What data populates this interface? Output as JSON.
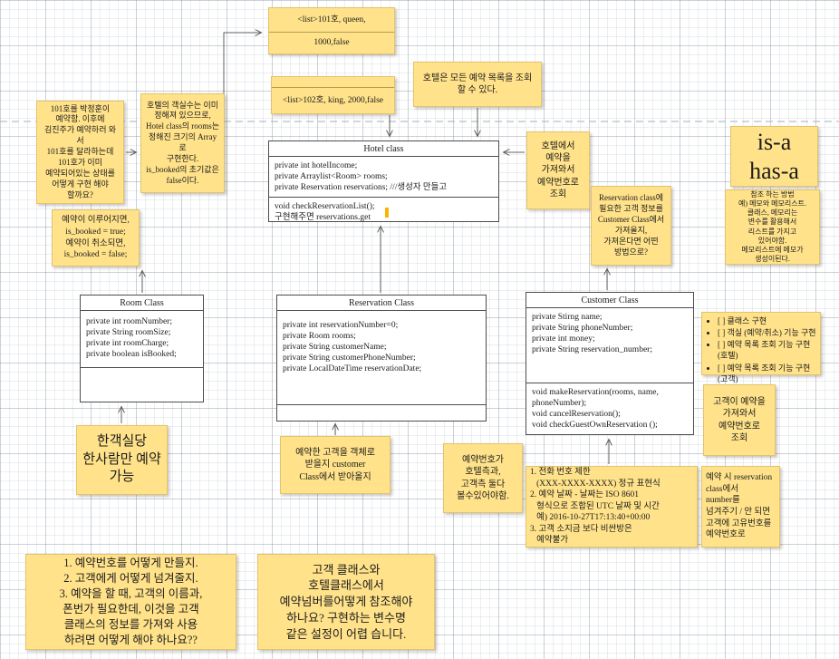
{
  "colors": {
    "note_fill": "#ffe28a",
    "note_border": "#e3c36c",
    "class_border": "#4d4d4d",
    "arrow": "#616161",
    "page_separator": "#a3b0ba",
    "collab_cursor": "#ffb300"
  },
  "list_notes": {
    "note101": {
      "row1": "<list>101호, queen,",
      "row2": "1000,false"
    },
    "note102": {
      "row": "<list>102호, king, 2000,false"
    }
  },
  "classes": {
    "hotel": {
      "title": "Hotel class",
      "fields": [
        "private int hotelIncome;",
        "private Arraylist<Room> rooms;",
        "private Reservation reservations; ///생성자 만들고"
      ],
      "methods": [
        "void checkReservationList();",
        "구현해주면 reservations.get"
      ]
    },
    "room": {
      "title": "Room Class",
      "fields": [
        "private int roomNumber;",
        "private String roomSize;",
        "private int roomCharge;",
        "private boolean isBooked;"
      ]
    },
    "reservation": {
      "title": "Reservation Class",
      "fields": [
        "private int reservationNumber=0;",
        "private Room rooms;",
        "private String customerName;",
        "private String customerPhoneNumber;",
        "private LocalDateTime reservationDate;"
      ]
    },
    "customer": {
      "title": "Customer Class",
      "fields": [
        "private Stirng name;",
        "private String phoneNumber;",
        "private int money;",
        "private String reservation_number;"
      ],
      "methods": [
        "void makeReservation(rooms, name,",
        "phoneNumber);",
        "void cancelReservation();",
        "void checkGuestOwnReservation ();"
      ]
    }
  },
  "notes": {
    "hotel_query": [
      "호텔은 모든 예약 목록을 조회",
      "할 수 있다."
    ],
    "story101": [
      "101호를 박정훈이",
      "예약함. 이후에",
      "김진주가 예약하러 와서",
      "101호를 달라하는데",
      "101호가 이미",
      "예약되어있는 상태를",
      "어떻게 구현 해야",
      "할까요?"
    ],
    "hotel_rooms": [
      "호텔의 객실수는 이미",
      "정해져 있으므로,",
      "Hotel class의 rooms는",
      "정해진 크기의 Array로",
      "구현한다.",
      "is_booked의 초기값은",
      "false이다."
    ],
    "isbooked_rule": [
      "예약이 이루어지면,",
      "is_booked = true;",
      "예약이 취소되면,",
      "is_booked = false;"
    ],
    "hotel_fetch": [
      "호텔에서",
      "예약을",
      "가져와서",
      "예약번호로",
      "조회"
    ],
    "reservation_customer": [
      "Reservation class에",
      "필요한 고객 정보를",
      "Customer Class에서",
      "가져올지,",
      "가져온다면 어떤",
      "방법으로?"
    ],
    "isa_hasa": [
      "is-a",
      "has-a"
    ],
    "reference_method": [
      "참조 하는 방법",
      "예) 메모와 메모리스트.",
      "클래스, 메모리는",
      "변수를 활용해서",
      "리스트를 가지고",
      "있어야함.",
      "메모리스트에 메모가",
      "생성이된다."
    ],
    "customer_fetch": [
      "고객이 예약을",
      "가져와서",
      "예약번호로",
      "조회"
    ],
    "one_room_one_guest": [
      "한객실당",
      "한사람만 예약",
      "가능"
    ],
    "reservation_guest_object": [
      "예약한 고객을 객체로",
      "받을지 customer",
      "Class에서 받아올지"
    ],
    "resnum_visible": [
      "예약번호가",
      "호텔측과,",
      "고객측 둘다",
      "볼수있어야함."
    ],
    "constraints": [
      "1. 전화 번호 제한",
      "   (XXX-XXXX-XXXX) 정규 표현식",
      "2. 예약 날짜 - 날짜는 ISO 8601",
      "   형식으로 조합된 UTC 날짜 및 시간",
      "   예) 2016-10-27T17:13:40+00:00",
      "3. 고객 소지금 보다 비싼방은",
      "   예약불가"
    ],
    "resnum_pass": [
      "예약 시 reservation",
      "class에서",
      "number를",
      "넘겨주기 / 안 되면",
      "고객에 고유번호를",
      "예약번호로"
    ],
    "question_numbering": [
      "1. 예약번호를 어떻게 만들지.",
      "2. 고객에게 어떻게 넘겨줄지.",
      "3. 예약을 할 때, 고객의 이름과,",
      "폰번가 필요한데, 이것을 고객",
      "클래스의 정보를 가져와 사용",
      "하려면 어떻게 해야 하나요??"
    ],
    "question_reference": [
      "고객 클래스와",
      "호텔클래스에서",
      "예약넘버를어떻게 참조해야",
      "하나요? 구현하는 변수명",
      "같은 설정이 어렵 습니다."
    ]
  },
  "checklist": {
    "items": [
      "[ ] 클래스 구현",
      "[ ] 객실 (예약/취소) 기능 구현",
      "[ ] 예약 목록 조회 기능 구현 (호텔)",
      "[ ] 예약 목록 조회 기능 구현 (고객)"
    ]
  }
}
